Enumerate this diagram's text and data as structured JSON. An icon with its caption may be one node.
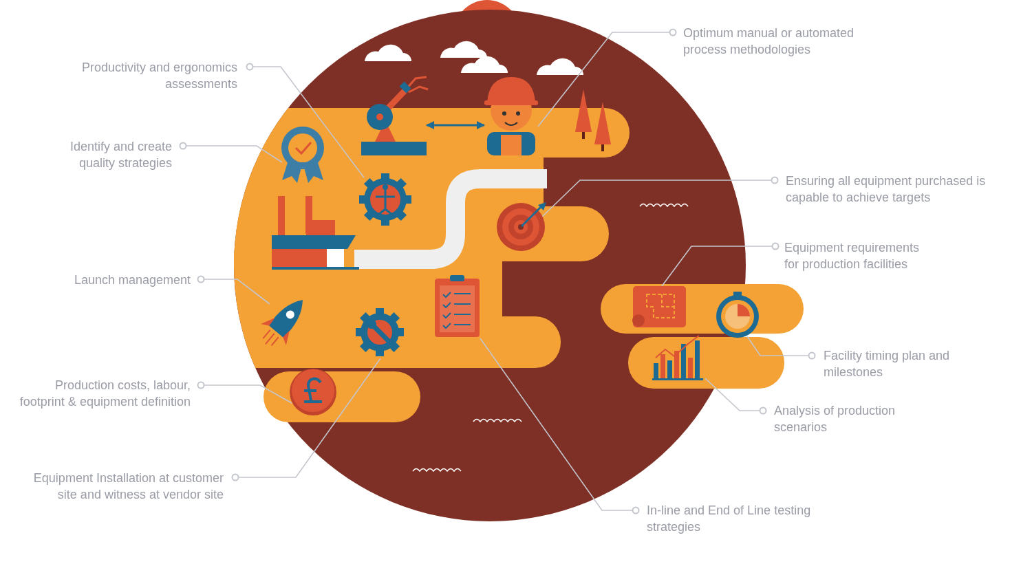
{
  "diagram": {
    "nodes": [
      {
        "text": [
          "Productivity and ergonomics assessments"
        ]
      },
      {
        "text": [
          "Identify and create quality strategies"
        ]
      },
      {
        "text": [
          "Launch management"
        ]
      },
      {
        "text": [
          "Production costs, labour, footprint & equipment definition"
        ]
      },
      {
        "text": [
          "Equipment Installation at customer site and witness at vendor site"
        ]
      },
      {
        "text": [
          "In-line and End of Line testing strategies"
        ]
      },
      {
        "text": [
          "Analysis of production scenarios"
        ]
      },
      {
        "text": [
          "Facility timing plan and milestones"
        ]
      },
      {
        "text": [
          "Equipment requirements for production facilities"
        ]
      },
      {
        "text": [
          "Ensuring all equipment purchased is capable to achieve targets"
        ]
      },
      {
        "text": [
          "Optimum manual or automated process methodologies"
        ]
      },
      {
        "text": [],
        "shape": "picture"
      },
      {
        "text": [],
        "shape": "picture"
      },
      {
        "text": [],
        "shape": "picture"
      },
      {
        "text": [],
        "shape": "picture"
      },
      {
        "text": [],
        "shape": "picture"
      },
      {
        "text": [],
        "shape": "picture"
      },
      {
        "text": [],
        "shape": "picture"
      },
      {
        "text": [],
        "shape": "picture"
      },
      {
        "text": [],
        "shape": "picture"
      },
      {
        "text": [],
        "shape": "picture"
      },
      {
        "text": [],
        "shape": "picture"
      },
      {
        "text": [],
        "shape": "picture"
      }
    ],
    "edges": [
      {
        "from": 0,
        "to": 11,
        "arrow": "other"
      },
      {
        "from": 1,
        "to": 12,
        "arrow": "other"
      },
      {
        "from": 2,
        "to": 13,
        "arrow": "other"
      },
      {
        "from": 3,
        "to": 14,
        "arrow": "other"
      },
      {
        "from": 4,
        "to": 15,
        "arrow": "other"
      },
      {
        "from": 5,
        "to": 16,
        "arrow": "other"
      },
      {
        "from": 6,
        "to": 17,
        "arrow": "other"
      },
      {
        "from": 7,
        "to": 18,
        "arrow": "other"
      },
      {
        "from": 8,
        "to": 19,
        "arrow": "other"
      },
      {
        "from": 9,
        "to": 20,
        "arrow": "other"
      },
      {
        "from": 10,
        "to": 21,
        "arrow": "other"
      },
      {
        "from": 22,
        "to": 21,
        "arrow": "both",
        "color": "#1d6a93"
      }
    ]
  }
}
